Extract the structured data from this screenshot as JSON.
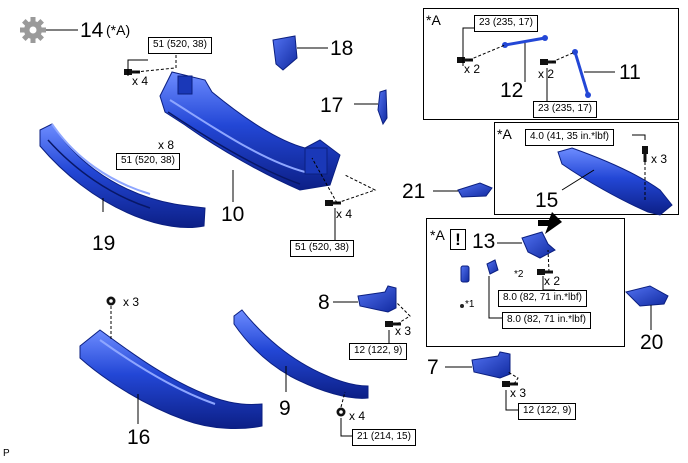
{
  "callouts": {
    "n7": "7",
    "n8": "8",
    "n9": "9",
    "n10": "10",
    "n11": "11",
    "n12": "12",
    "n13": "13",
    "n14": "14",
    "n15": "15",
    "n16": "16",
    "n17": "17",
    "n18": "18",
    "n19": "19",
    "n20": "20",
    "n21": "21"
  },
  "torque": {
    "t51_a": "51 (520, 38)",
    "t51_b": "51 (520, 38)",
    "t51_c": "51 (520, 38)",
    "t23_a": "23 (235, 17)",
    "t23_b": "23 (235, 17)",
    "t4_0": "4.0 (41, 35 in.*lbf)",
    "t8_0_a": "8.0 (82, 71 in.*lbf)",
    "t8_0_b": "8.0 (82, 71 in.*lbf)",
    "t12_a": "12 (122, 9)",
    "t12_b": "12 (122, 9)",
    "t21": "21 (214, 15)"
  },
  "quantities": {
    "q_x4_a": "x 4",
    "q_x8": "x 8",
    "q_x4_b": "x 4",
    "q_x2_a": "x 2",
    "q_x2_b": "x 2",
    "q_x3_a": "x 3",
    "q_x2_c": "x 2",
    "q_x3_b": "x 3",
    "q_x3_c": "x 3",
    "q_x3_d": "x 3",
    "q_x4_c": "x 4"
  },
  "tags": {
    "star_a_header": "(*A)",
    "star_a_1": "*A",
    "star_a_2": "*A",
    "star_a_3": "*A",
    "star_1": "*1",
    "star_2": "*2",
    "exclamation": "!",
    "footer_p": "P"
  },
  "colors": {
    "part_blue": "#1f3fc4",
    "part_dark": "#0b1f80",
    "part_light": "#5b7cf0",
    "gear": "#9a9a9a"
  },
  "icons": [
    "gear-icon",
    "bolt-icon",
    "nut-icon",
    "arrow-icon",
    "caution-icon"
  ]
}
